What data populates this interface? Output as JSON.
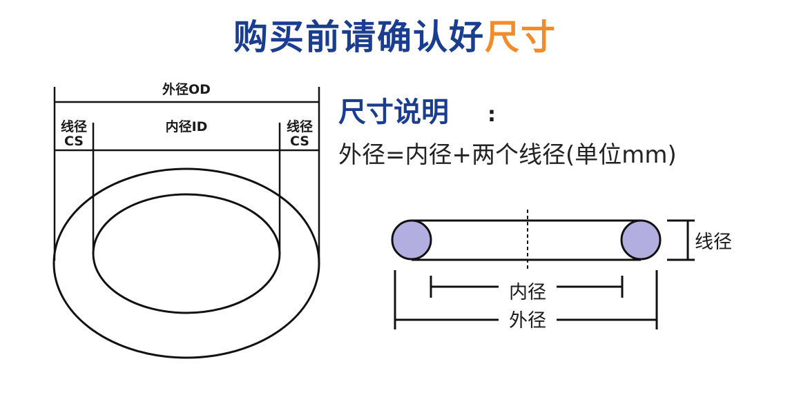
{
  "title": {
    "main": "购买前请确认好",
    "accent": "尺寸"
  },
  "left_diagram": {
    "od_label": "外径OD",
    "id_label": "内径ID",
    "cs_left_line1": "线径",
    "cs_left_line2": "CS",
    "cs_right_line1": "线径",
    "cs_right_line2": "CS"
  },
  "right_panel": {
    "heading": "尺寸说明",
    "heading_colon": ":",
    "formula": "外径=内径+两个线径(单位mm)",
    "cs_label": "线径",
    "inner_label": "内径",
    "outer_label": "外径"
  },
  "colors": {
    "title_blue": "#1a3d8f",
    "title_orange": "#f28c28",
    "cross_section_fill": "#b3aee0"
  }
}
